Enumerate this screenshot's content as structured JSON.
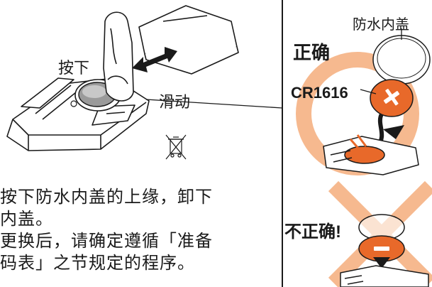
{
  "labels": {
    "press": "按下",
    "slide": "滑动",
    "inner_cover": "防水内盖",
    "correct": "正确",
    "battery_model": "CR1616",
    "incorrect": "不正确!"
  },
  "instructions": {
    "line1": "按下防水内盖的上缘，卸下",
    "line2": "内盖。",
    "line3": "更换后，请确定遵循「准备",
    "line4": "码表」之节规定的程序。"
  },
  "colors": {
    "accent": "#e8692a",
    "ring": "#f6b98f",
    "cross": "#f6b98f",
    "line": "#1a1a1a"
  },
  "icons": {
    "recycle": "crossed-out-wheeled-bin-icon",
    "battery_mark": "x-mark-icon"
  }
}
